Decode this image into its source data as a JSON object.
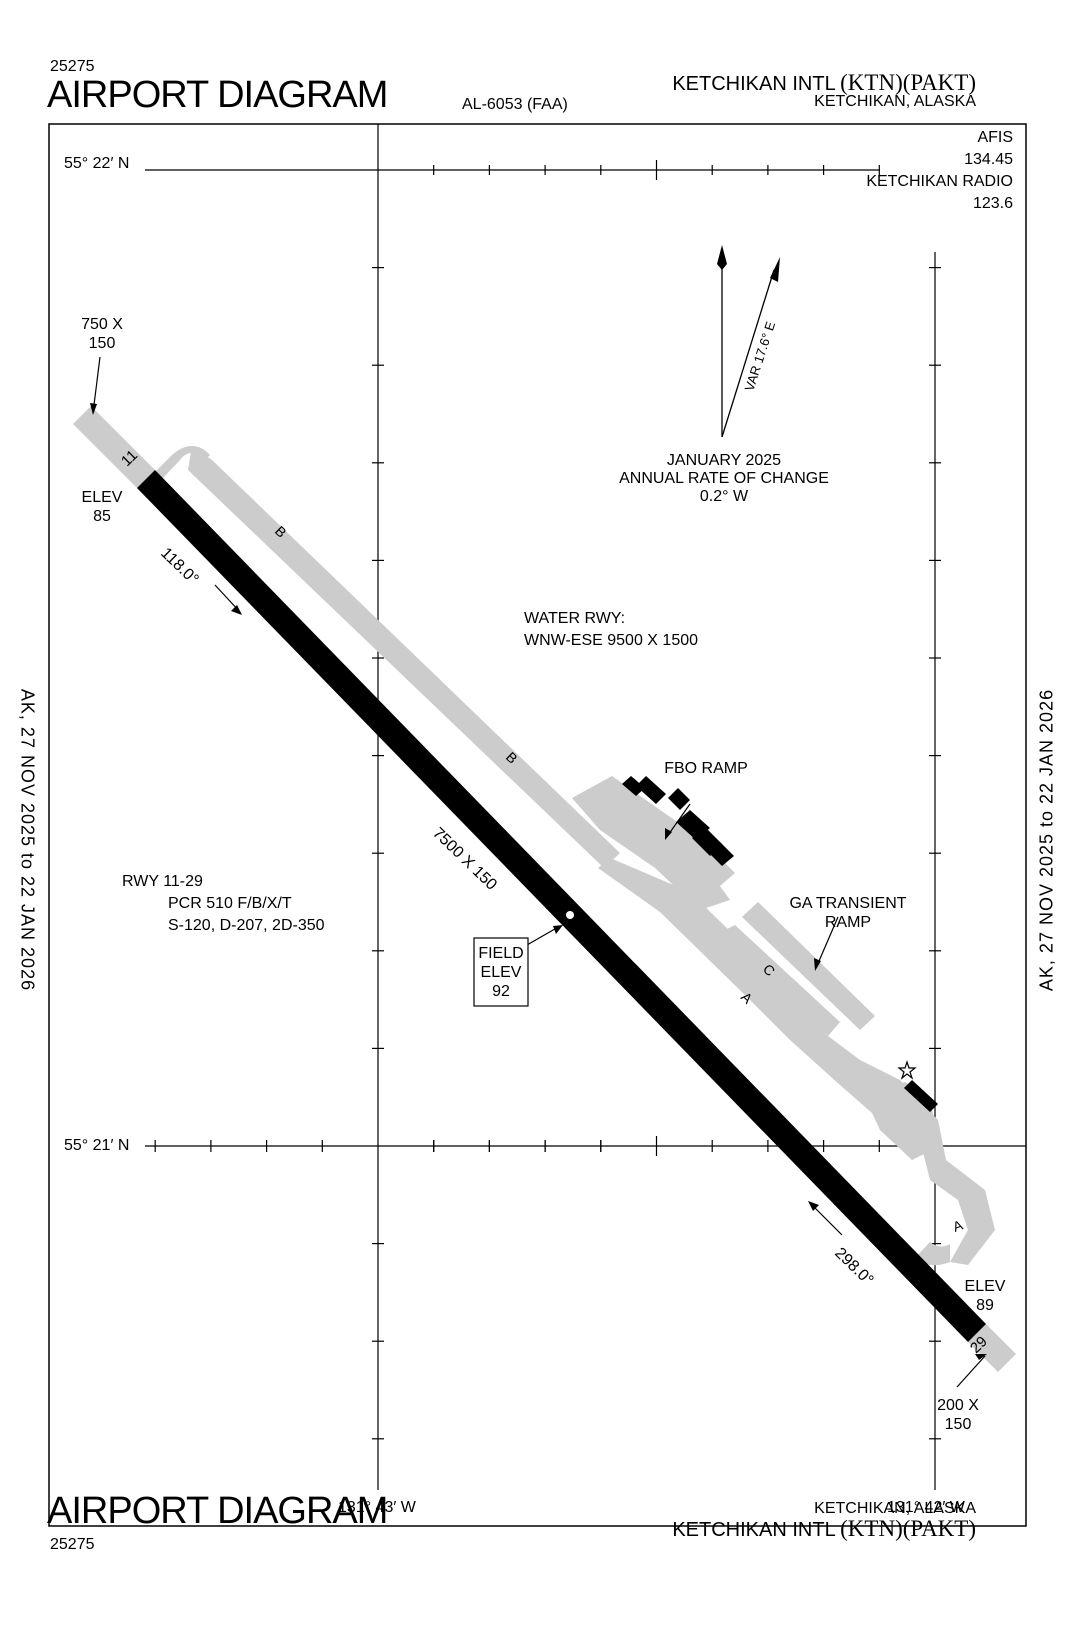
{
  "header": {
    "volume_number": "25275",
    "title": "AIRPORT DIAGRAM",
    "procedure_id": "AL-6053 (FAA)",
    "airport_name": "KETCHIKAN INTL",
    "airport_ids": "(KTN)(PAKT)",
    "city_state": "KETCHIKAN, ALASKA"
  },
  "footer": {
    "title": "AIRPORT DIAGRAM",
    "volume_number": "25275",
    "city_state": "KETCHIKAN, ALASKA",
    "airport_name": "KETCHIKAN INTL",
    "airport_ids": "(KTN)(PAKT)"
  },
  "validity": {
    "left": "AK, 27 NOV 2025 to 22 JAN 2026",
    "right": "AK, 27 NOV 2025 to 22 JAN 2026"
  },
  "frequencies": {
    "afis_label": "AFIS",
    "afis_freq": "134.45",
    "radio_label": "KETCHIKAN RADIO",
    "radio_freq": "123.6"
  },
  "grid": {
    "lat_top": "55° 22′ N",
    "lat_bottom": "55° 21′ N",
    "lon_left": "131° 43′ W",
    "lon_right": "131° 42′ W"
  },
  "magnetic": {
    "variation": "VAR 17.6° E",
    "epoch": "JANUARY 2025",
    "rate_label": "ANNUAL RATE OF CHANGE",
    "rate": "0.2° W"
  },
  "runway": {
    "designator_11": "11",
    "designator_29": "29",
    "heading_11": "118.0°",
    "heading_29": "298.0°",
    "dimensions": "7500 X 150",
    "elev_11_label": "ELEV",
    "elev_11": "85",
    "elev_29_label": "ELEV",
    "elev_29": "89",
    "overrun_11_a": "750 X",
    "overrun_11_b": "150",
    "overrun_29_a": "200 X",
    "overrun_29_b": "150",
    "info_title": "RWY 11-29",
    "info_pcr": "PCR 510 F/B/X/T",
    "info_strength": "S-120, D-207, 2D-350"
  },
  "field_elev": {
    "line1": "FIELD",
    "line2": "ELEV",
    "value": "92"
  },
  "water_runway": {
    "line1": "WATER RWY:",
    "line2": "WNW-ESE 9500 X 1500"
  },
  "labels": {
    "fbo_ramp": "FBO RAMP",
    "ga_transient_1": "GA TRANSIENT",
    "ga_transient_2": "RAMP"
  },
  "taxiways": {
    "b_upper": "B",
    "b_lower": "B",
    "a_mid": "A",
    "a_lower": "A",
    "c": "C"
  },
  "colors": {
    "runway": "#000000",
    "taxiway": "#cccccc",
    "frame": "#000000"
  }
}
